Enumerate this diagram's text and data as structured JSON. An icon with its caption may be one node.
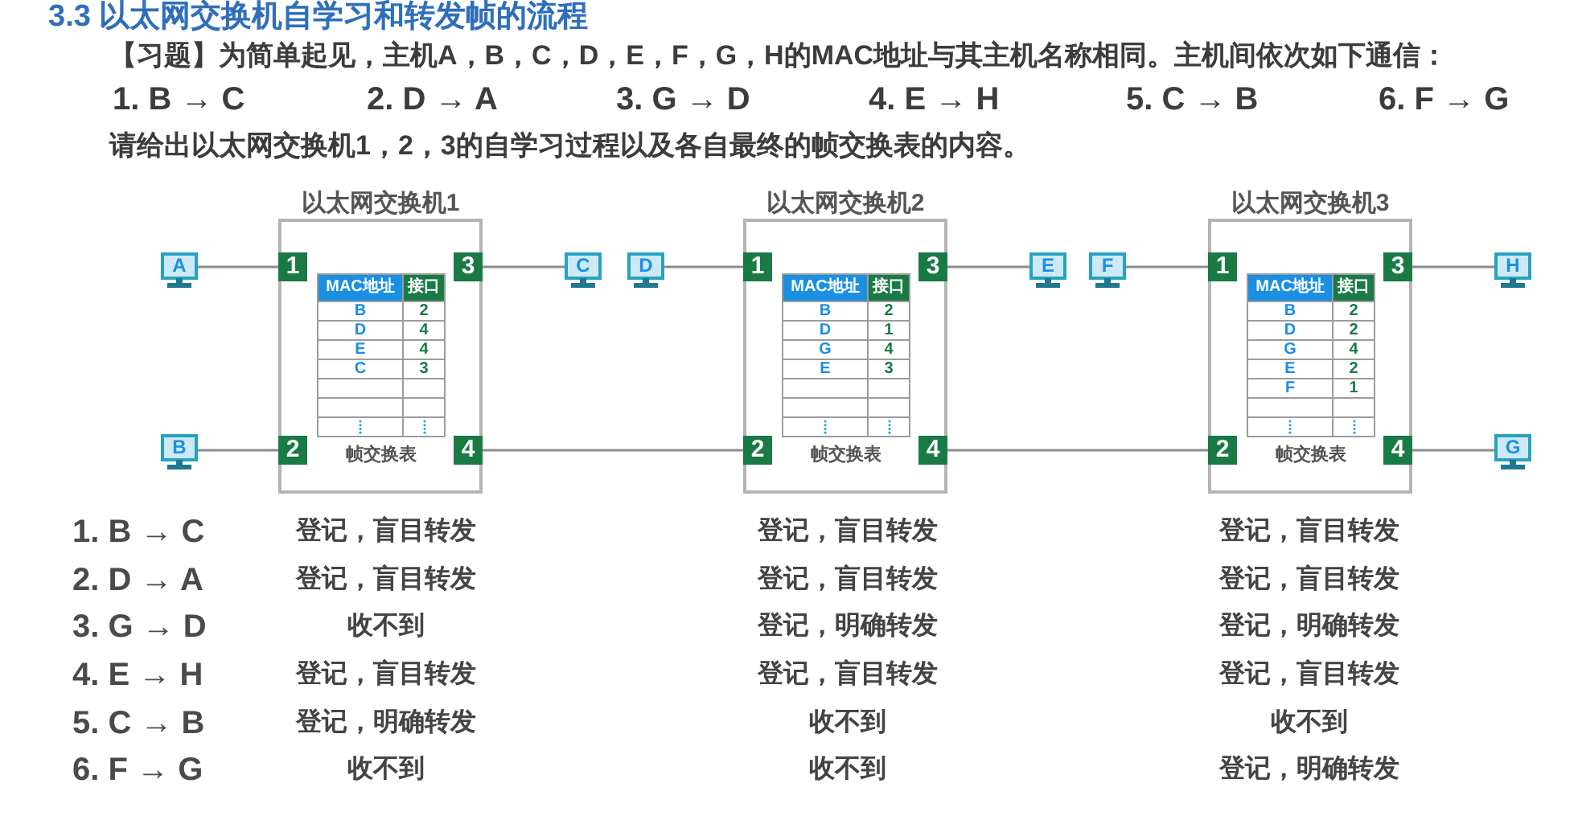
{
  "diagram": {
    "title": "3.3 以太网交换机自学习和转发帧的流程",
    "nodes": [
      {
        "text": [
          "以太网交换机1"
        ]
      },
      {
        "text": [
          "1"
        ],
        "in": 0
      },
      {
        "text": [
          "3"
        ],
        "in": 0
      },
      {
        "text": [
          "MAC地址",
          "接口",
          "B",
          "2",
          "D",
          "4",
          "E",
          "4",
          "C",
          "3",
          "帧交换表"
        ],
        "in": 0
      },
      {
        "text": [
          "2"
        ],
        "in": 0
      },
      {
        "text": [
          "4"
        ],
        "in": 0
      },
      {
        "text": [
          "以太网交换机2"
        ]
      },
      {
        "text": [
          "1"
        ],
        "in": 6
      },
      {
        "text": [
          "3"
        ],
        "in": 6
      },
      {
        "text": [
          "MAC地址",
          "接口",
          "B",
          "2",
          "D",
          "1",
          "G",
          "4",
          "E",
          "3",
          "帧交换表"
        ],
        "in": 6
      },
      {
        "text": [
          "2"
        ],
        "in": 6
      },
      {
        "text": [
          "4"
        ],
        "in": 6
      },
      {
        "text": [
          "以太网交换机3"
        ]
      },
      {
        "text": [
          "1"
        ],
        "in": 12
      },
      {
        "text": [
          "3"
        ],
        "in": 12
      },
      {
        "text": [
          "MAC地址",
          "接口",
          "B",
          "2",
          "D",
          "2",
          "G",
          "4",
          "E",
          "2",
          "F",
          "1",
          "帧交换表"
        ],
        "in": 12
      },
      {
        "text": [
          "2"
        ],
        "in": 12
      },
      {
        "text": [
          "4"
        ],
        "in": 12
      },
      {
        "text": [
          "A"
        ]
      },
      {
        "text": [
          "C"
        ]
      },
      {
        "text": [
          "D"
        ]
      },
      {
        "text": [
          "E"
        ]
      },
      {
        "text": [
          "F"
        ]
      },
      {
        "text": [
          "H"
        ]
      },
      {
        "text": [
          "B"
        ]
      },
      {
        "text": [
          "G"
        ]
      }
    ],
    "edges": [
      {
        "from": 18,
        "to": 1,
        "arrow": "none"
      },
      {
        "from": 2,
        "to": 19,
        "arrow": "none"
      },
      {
        "from": 20,
        "to": 7,
        "arrow": "none"
      },
      {
        "from": 8,
        "to": 21,
        "arrow": "none"
      },
      {
        "from": 22,
        "to": 13,
        "arrow": "none"
      },
      {
        "from": 14,
        "to": 23,
        "arrow": "none"
      },
      {
        "from": 24,
        "to": 4,
        "arrow": "none"
      },
      {
        "from": 5,
        "to": 10,
        "arrow": "none"
      },
      {
        "from": 11,
        "to": 16,
        "arrow": "none"
      },
      {
        "from": 17,
        "to": 25,
        "arrow": "none"
      }
    ],
    "labels": [
      "【习题】为简单起见，主机A，B，C，D，E，F，G，H的MAC地址与其主机名称相同。主机间依次如下通信：",
      "1. B → C",
      "2. D → A",
      "3. G → D",
      "4. E → H",
      "5. C → B",
      "6. F → G",
      "请给出以太网交换机1，2，3的自学习过程以及各自最终的帧交换表的内容。",
      "1. B → C",
      "登记，盲目转发",
      "登记，盲目转发",
      "登记，盲目转发",
      "2. D → A",
      "登记，盲目转发",
      "登记，盲目转发",
      "登记，盲目转发",
      "3. G → D",
      "收不到",
      "登记，明确转发",
      "登记，明确转发",
      "4. E → H",
      "登记，盲目转发",
      "登记，盲目转发",
      "登记，盲目转发",
      "5. C → B",
      "登记，明确转发",
      "收不到",
      "收不到",
      "6. F → G",
      "收不到",
      "收不到",
      "登记，明确转发"
    ]
  }
}
